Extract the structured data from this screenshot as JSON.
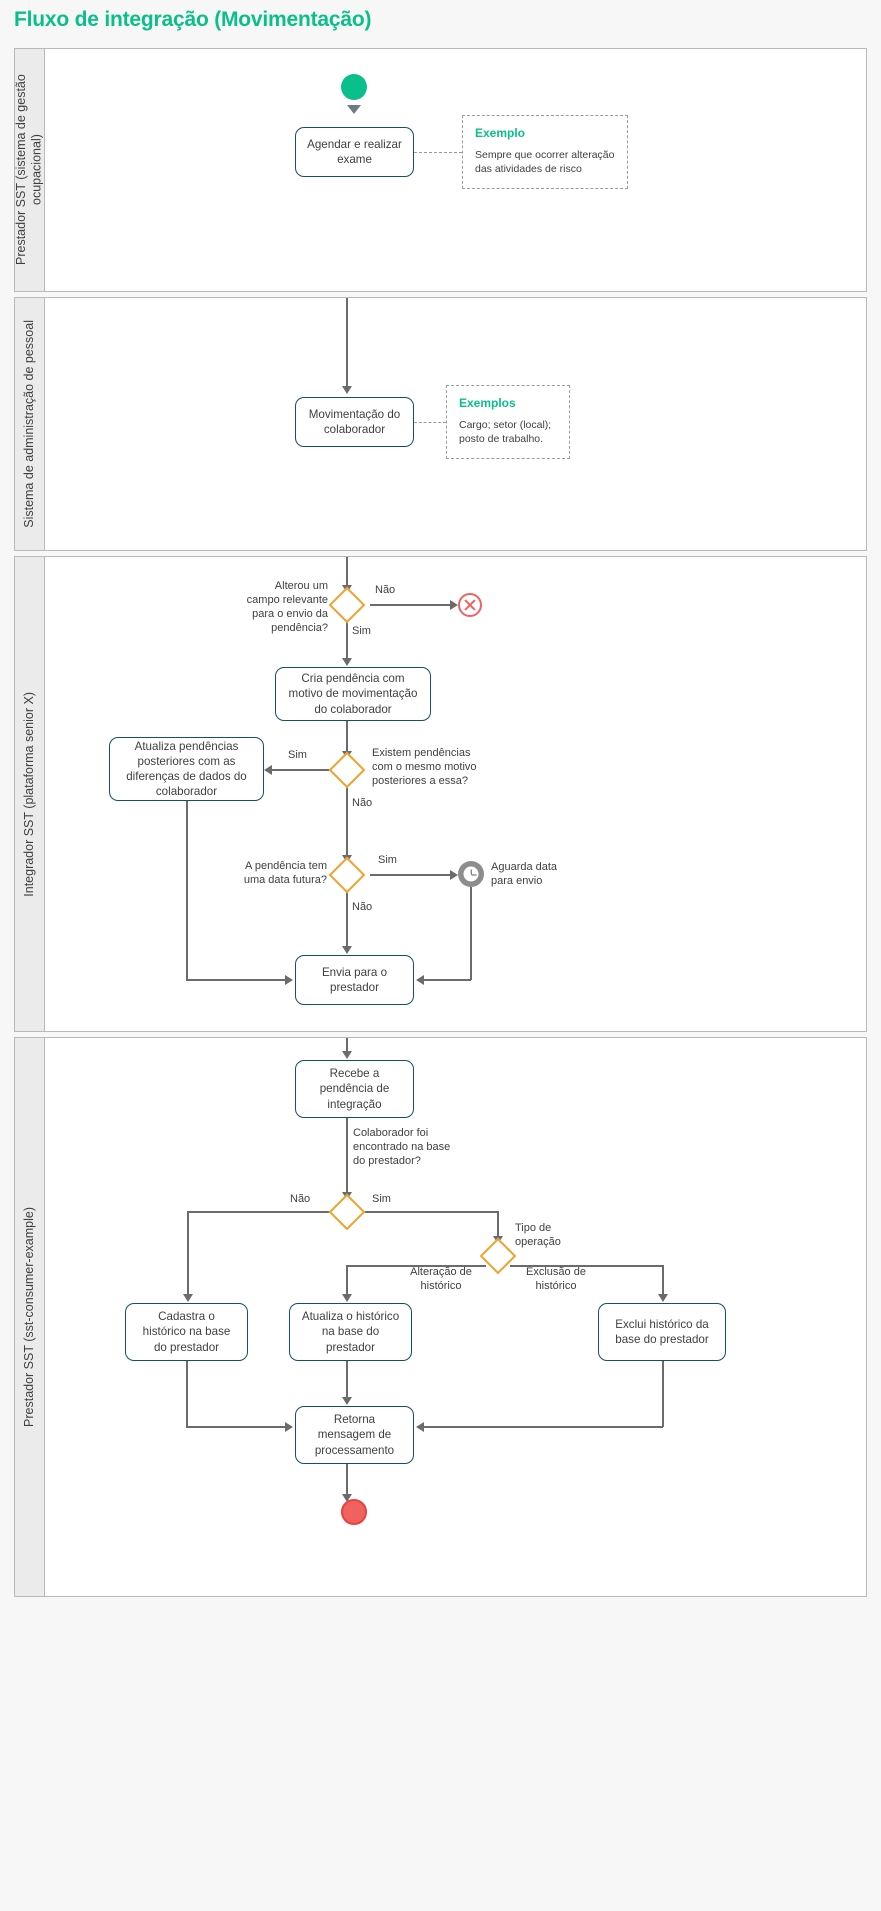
{
  "page": {
    "title": "Fluxo de integração (Movimentação)",
    "accent_color": "#0bbf8a",
    "task_border_color": "#15506b",
    "gateway_color": "#f0a22e",
    "connector_color": "#6b6b6b"
  },
  "lanes": [
    {
      "id": "lane-1",
      "label": "Prestador SST (sistema de gestão ocupacional)"
    },
    {
      "id": "lane-2",
      "label": "Sistema de administração de pessoal"
    },
    {
      "id": "lane-3",
      "label": "Integrador SST (plataforma senior X)"
    },
    {
      "id": "lane-4",
      "label": "Prestador SST (sst-consumer-example)"
    }
  ],
  "lane1": {
    "start_event": "start-event",
    "task_agendar": "Agendar e realizar\nexame",
    "annotation": {
      "title": "Exemplo",
      "text": "Sempre que ocorrer alteração\ndas atividades de risco"
    }
  },
  "lane2": {
    "task_movimentacao": "Movimentação do\ncolaborador",
    "annotation": {
      "title": "Exemplos",
      "text": "Cargo; setor (local);\nposto de trabalho."
    }
  },
  "lane3": {
    "gateway_alterou_label": "Alterou um\ncampo relevante\npara o envio da\npendência?",
    "gateway_alterou_nao": "Não",
    "gateway_alterou_sim": "Sim",
    "terminate_event": "terminate-event",
    "task_cria_pendencia": "Cria pendência com\nmotivo de movimentação\ndo colaborador",
    "gateway_existem_label": "Existem pendências\ncom o mesmo motivo\nposteriores a essa?",
    "gateway_existem_sim": "Sim",
    "gateway_existem_nao": "Não",
    "task_atualiza_pendencias": "Atualiza pendências\nposteriores com as\ndiferenças de dados do\ncolaborador",
    "gateway_data_futura_label": "A pendência tem\numa data futura?",
    "gateway_data_futura_sim": "Sim",
    "gateway_data_futura_nao": "Não",
    "timer_label": "Aguarda data\npara envio",
    "task_envia": "Envia para o\nprestador"
  },
  "lane4": {
    "task_recebe": "Recebe a\npendência de\nintegração",
    "gateway_colaborador_label": "Colaborador foi\nencontrado na base\ndo prestador?",
    "gateway_colaborador_nao": "Não",
    "gateway_colaborador_sim": "Sim",
    "gateway_tipo_label": "Tipo de\noperação",
    "gateway_tipo_alteracao": "Alteração de\nhistórico",
    "gateway_tipo_exclusao": "Exclusão de\nhistórico",
    "task_cadastra": "Cadastra o\nhistórico na base\ndo prestador",
    "task_atualiza": "Atualiza o histórico\nna base do\nprestador",
    "task_exclui": "Exclui histórico da\nbase do prestador",
    "task_retorna": "Retorna\nmensagem de\nprocessamento",
    "end_event": "end-event"
  }
}
